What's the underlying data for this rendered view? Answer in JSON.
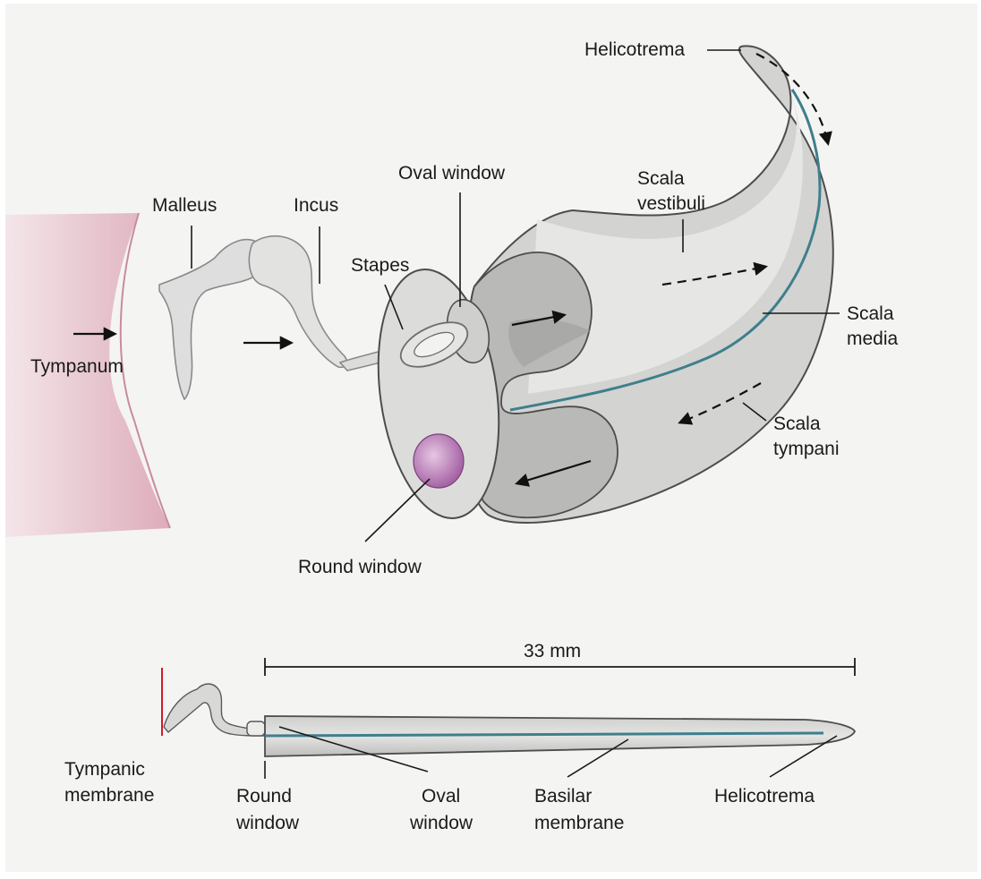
{
  "labels": {
    "helicotrema_top": "Helicotrema",
    "oval_window_top": "Oval window",
    "malleus": "Malleus",
    "incus": "Incus",
    "scala_vestibuli_1": "Scala",
    "scala_vestibuli_2": "vestibuli",
    "stapes": "Stapes",
    "scala_media_1": "Scala",
    "scala_media_2": "media",
    "tympanum": "Tympanum",
    "scala_tympani_1": "Scala",
    "scala_tympani_2": "tympani",
    "round_window_top": "Round window",
    "length": "33 mm",
    "tympanic_membrane_1": "Tympanic",
    "tympanic_membrane_2": "membrane",
    "round_window_bottom_1": "Round",
    "round_window_bottom_2": "window",
    "oval_window_bottom_1": "Oval",
    "oval_window_bottom_2": "window",
    "basilar_membrane_1": "Basilar",
    "basilar_membrane_2": "membrane",
    "helicotrema_bottom": "Helicotrema"
  },
  "colors": {
    "background": "#f4f4f3",
    "tissue": "#d9d9d8",
    "tissue_dark": "#a9a9a8",
    "outline": "#4d4d4d",
    "eardrum": "#e7b8c3",
    "round_window": "#b778b5",
    "basilar_line": "#3f7f8c",
    "tympanum_red": "#d11b2c"
  }
}
